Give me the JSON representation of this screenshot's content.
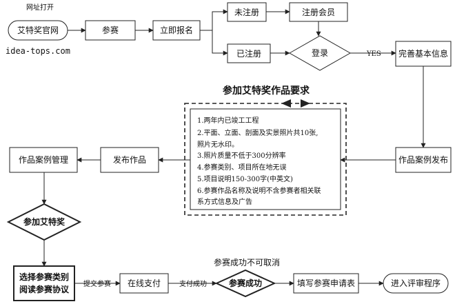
{
  "diagram": {
    "top_note": "网址打开",
    "website_url": "idea-tops.com",
    "nodes": {
      "official_site": "艾特奖官网",
      "enter": "参赛",
      "register_now": "立即报名",
      "not_registered": "未注册",
      "register_member": "注册会员",
      "registered": "已注册",
      "login": "登录",
      "complete_info": "完善基本信息",
      "publish_case": "作品案例发布",
      "publish_work": "发布作品",
      "case_manage": "作品案例管理",
      "join_award": "参加艾特奖",
      "select_category_1": "选择参赛类别",
      "select_category_2": "阅读参赛协议",
      "pay_online": "在线支付",
      "entry_success": "参赛成功",
      "fill_form": "填写参赛申请表",
      "review": "进入评审程序"
    },
    "edge_labels": {
      "yes": "YES",
      "submit": "提交参赛",
      "pay_success": "支付成功",
      "irrevocable": "参赛成功不可取消"
    },
    "requirements": {
      "title": "参加艾特奖作品要求",
      "items": [
        "1.两年内已竣工工程",
        "2.平面、立面、剖面及实景照片共10张,",
        "照片无水印。",
        "3.照片质量不低于300分辨率",
        "4.参赛类别、项目所在地无误",
        "5.项目说明150-300字(中英文)",
        "6.参赛作品名称及说明不含参赛者相关联",
        "系方式信息及广告"
      ]
    }
  }
}
